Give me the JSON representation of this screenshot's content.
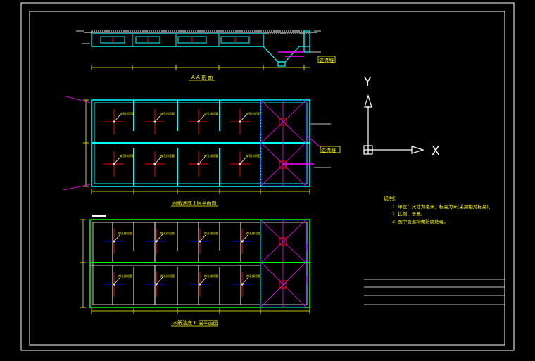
{
  "section_title": "A-A 剖 面",
  "plan_upper_title": "水解池底 I 层平面图",
  "plan_lower_title": "水解池底 II 层平面图",
  "cell_label": "穿孔排泥管",
  "right_callout_upper": "溢流堰",
  "right_callout_plan": "溢流堰",
  "notes_heading": "说明：",
  "notes": [
    "1. 单位：尺寸为毫米，标高为米(采用相对标高)，",
    "2. 比例：示意。",
    "3. 图中管道均做防腐处理。"
  ],
  "ucs": {
    "x_label": "X",
    "y_label": "Y"
  },
  "colors": {
    "background": "#000000",
    "frame": "#ffffff",
    "wall": "#00ffff",
    "dimension": "#ffff00",
    "pipe": "#ff0000",
    "outlet": "#ff00ff",
    "hopper": "#0000ff",
    "plan2_outline": "#00ff00",
    "label": "#ffff00"
  }
}
